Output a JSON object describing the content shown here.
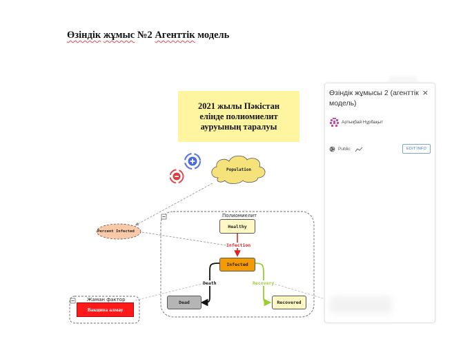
{
  "document": {
    "title_parts": [
      "Өзіндік",
      "жұмыс",
      "№2",
      "Агенттік",
      "модель"
    ]
  },
  "diagram": {
    "note_text": "2021 жылы Пәкістан елінде полиомиелит ауруының таралуы",
    "population_label": "Population",
    "percent_infected_label": "Percent Infected",
    "group_label": "Полиомиелит",
    "factor_group_label": "Жаман фактор",
    "states": {
      "healthy": "Healthy",
      "infected": "Infected",
      "dead": "Dead",
      "recovered": "Recovered",
      "vaccine": "Вакцина алмау"
    },
    "transitions": {
      "infection": "Infection",
      "death": "Death",
      "recovery": "Recovery"
    },
    "colors": {
      "infection": "#e02020",
      "death": "#111111",
      "recovery": "#9acd32",
      "infected_fill": "#f59a00",
      "note_fill": "#fff5a0",
      "population_fill": "#f5e27a",
      "percent_fill": "#f9c9a8"
    }
  },
  "panel": {
    "title": "Өзіндік жұмысы 2 (агенттік модель)",
    "close_glyph": "×",
    "author": "Артықбай Нұрбақыт",
    "visibility": "Public",
    "edit_button": "EDIT INFO",
    "icons": [
      "globe-icon",
      "trend-icon",
      "avatar-icon",
      "close-icon"
    ]
  }
}
